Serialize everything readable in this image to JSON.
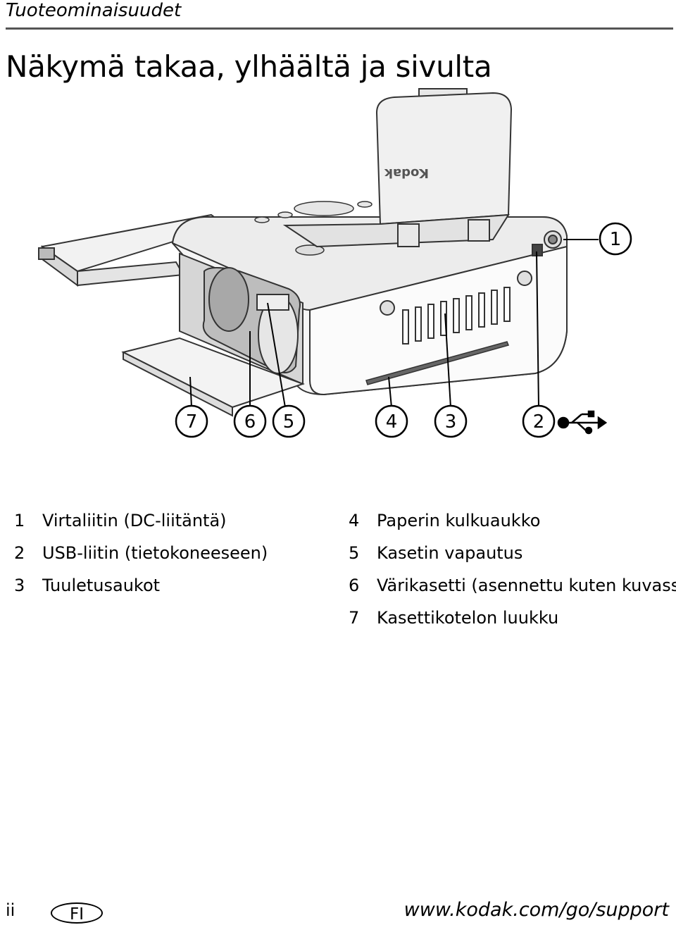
{
  "header": {
    "section": "Tuoteominaisuudet"
  },
  "page_title": "Näkymä takaa, ylhäältä ja sivulta",
  "figure": {
    "brand_text": "Kodak",
    "callouts": [
      "1",
      "2",
      "3",
      "4",
      "5",
      "6",
      "7"
    ]
  },
  "legend": {
    "items": [
      {
        "num": "1",
        "label": "Virtaliitin (DC-liitäntä)"
      },
      {
        "num": "2",
        "label": "USB-liitin (tietokoneeseen)"
      },
      {
        "num": "3",
        "label": "Tuuletusaukot"
      },
      {
        "num": "4",
        "label": "Paperin kulkuaukko"
      },
      {
        "num": "5",
        "label": "Kasetin vapautus"
      },
      {
        "num": "6",
        "label": "Värikasetti (asennettu kuten kuvassa)"
      },
      {
        "num": "7",
        "label": "Kasettikotelon luukku"
      }
    ]
  },
  "footer": {
    "page_number": "ii",
    "language_code": "FI",
    "url": "www.kodak.com/go/support"
  }
}
